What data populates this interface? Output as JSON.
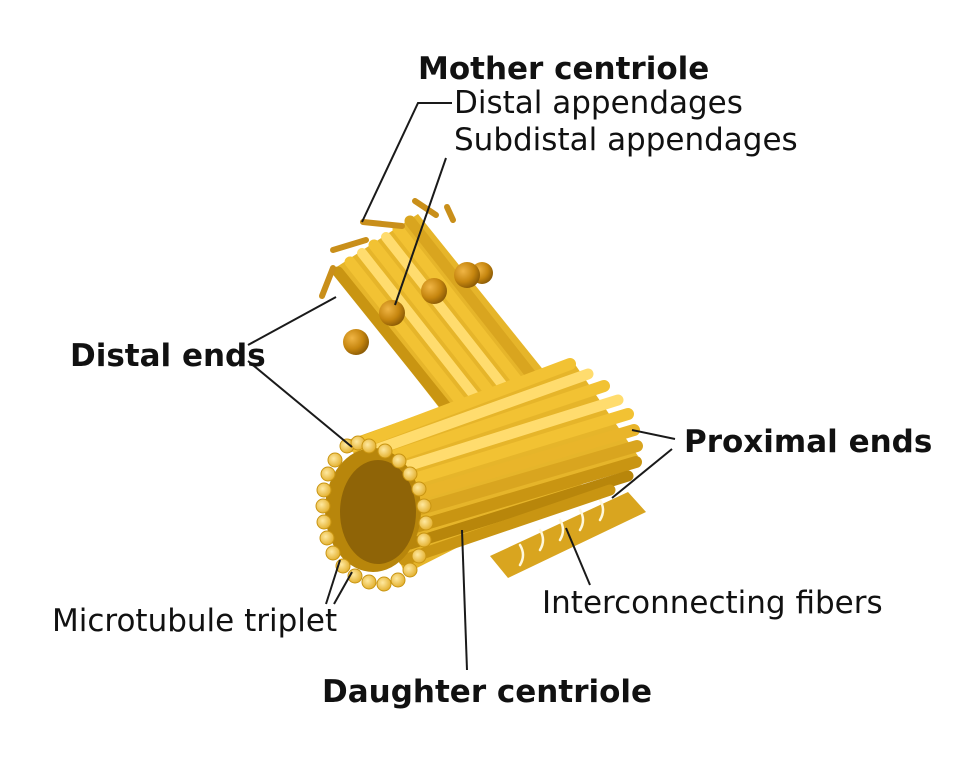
{
  "labels": {
    "mother_centriole": "Mother centriole",
    "distal_appendages": "Distal appendages",
    "subdistal_appendages": "Subdistal appendages",
    "distal_ends": "Distal ends",
    "proximal_ends": "Proximal ends",
    "interconnecting_fibers": "Interconnecting fibers",
    "microtubule_triplet": "Microtubule triplet",
    "daughter_centriole": "Daughter centriole"
  },
  "colors": {
    "microtubule": "#f2c233",
    "microtubule_highlight": "#ffe58a",
    "microtubule_shadow": "#c99512",
    "appendage": "#c98f1a",
    "sphere": "#c6860f",
    "fiber": "#fff8dc",
    "text": "#111111"
  }
}
